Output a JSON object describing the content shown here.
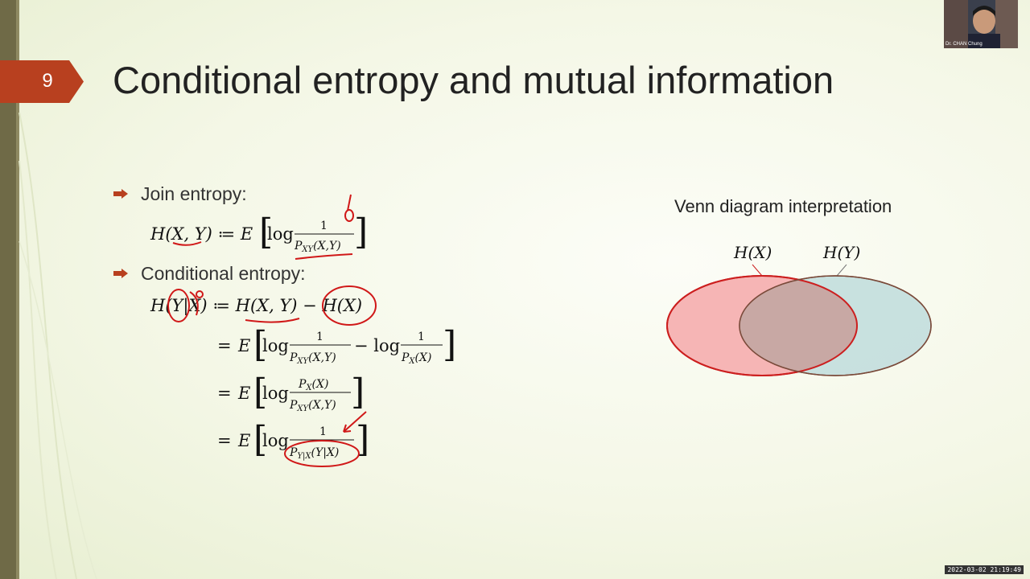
{
  "slide": {
    "number": "9",
    "title": "Conditional entropy and mutual information"
  },
  "bullets": [
    {
      "label": "Join entropy:"
    },
    {
      "label": "Conditional entropy:"
    }
  ],
  "venn": {
    "title": "Venn diagram interpretation",
    "left_label": "H(X)",
    "right_label": "H(Y)",
    "colors": {
      "left_fill": "#f6b5b5",
      "left_stroke": "#cc1f1f",
      "right_fill": "#bfdcdc",
      "right_stroke": "#7a4a3a",
      "overlap": "#c8a8a4"
    }
  },
  "webcam": {
    "name": "Dr. CHAN Chung"
  },
  "timestamp": "2022-03-02 21:19:49",
  "colors": {
    "accent": "#b8401f",
    "sidebar": "#6f6a47"
  }
}
